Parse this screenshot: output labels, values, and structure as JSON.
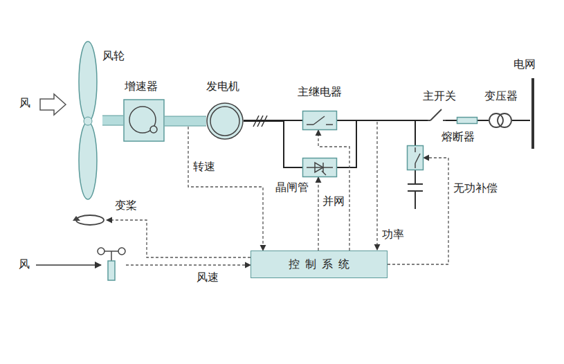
{
  "diagram": {
    "nodes": [
      {
        "text": [
          "风轮"
        ]
      },
      {
        "text": [
          "增速器"
        ]
      },
      {
        "text": [
          "发电机"
        ]
      },
      {
        "text": [
          "主继电器"
        ]
      },
      {
        "text": [
          "晶闸管"
        ]
      },
      {
        "text": [
          "主开关"
        ]
      },
      {
        "text": [
          "熔断器"
        ]
      },
      {
        "text": [
          "变压器"
        ]
      },
      {
        "text": [
          "电网"
        ]
      },
      {
        "text": [
          "无功补偿"
        ]
      },
      {
        "text": [
          "变桨"
        ]
      },
      {
        "text": [
          "风"
        ]
      },
      {
        "text": [
          "控制系统"
        ]
      }
    ],
    "edges": [
      {
        "from": 0,
        "to": 1,
        "arrow": "none"
      },
      {
        "from": 1,
        "to": 2,
        "arrow": "none"
      },
      {
        "from": 2,
        "to": 3,
        "arrow": "none"
      },
      {
        "from": 2,
        "to": 4,
        "arrow": "none"
      },
      {
        "from": 3,
        "to": 5,
        "arrow": "none"
      },
      {
        "from": 4,
        "to": 5,
        "arrow": "none"
      },
      {
        "from": 5,
        "to": 6,
        "arrow": "none"
      },
      {
        "from": 6,
        "to": 7,
        "arrow": "none"
      },
      {
        "from": 7,
        "to": 8,
        "arrow": "none"
      },
      {
        "from": 3,
        "to": 9,
        "arrow": "none"
      },
      {
        "from": 4,
        "to": 9,
        "arrow": "none"
      },
      {
        "from": 2,
        "to": 12,
        "label": "转速",
        "arrow": "to"
      },
      {
        "from": 12,
        "to": 3,
        "arrow": "to"
      },
      {
        "from": 12,
        "to": 4,
        "label": "并网",
        "arrow": "to"
      },
      {
        "from": 12,
        "to": 9,
        "arrow": "to"
      },
      {
        "from": 11,
        "to": 12,
        "label": "风速",
        "arrow": "to"
      },
      {
        "from": 12,
        "to": 10,
        "arrow": "to"
      }
    ],
    "labels": [
      "风",
      "功率"
    ]
  }
}
